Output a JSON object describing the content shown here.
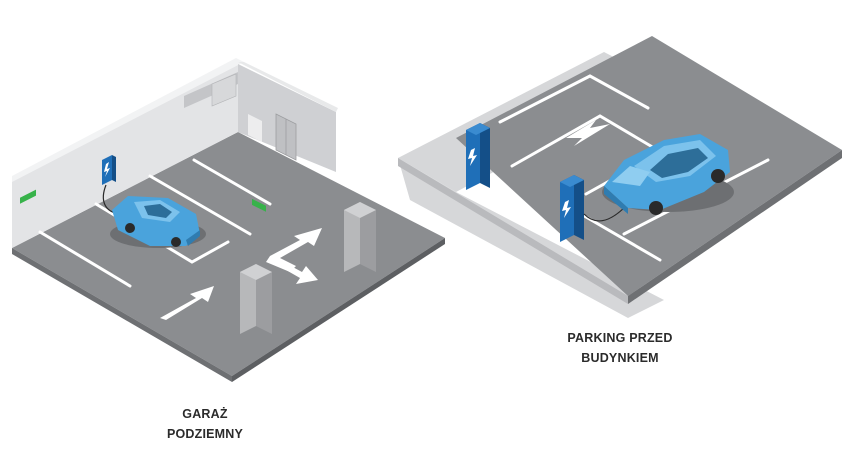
{
  "scenes": {
    "garage": {
      "caption_line1": "GARAŻ",
      "caption_line2": "PODZIEMNY"
    },
    "parking": {
      "caption_line1": "PARKING PRZED",
      "caption_line2": "BUDYNKIEM"
    }
  },
  "icons": {
    "charger": "ev-charger-icon",
    "lightning": "lightning-bolt-icon",
    "car": "electric-car-icon",
    "arrow": "direction-arrow-icon",
    "pillar": "concrete-pillar-icon",
    "exit_sign": "exit-sign-icon",
    "door": "door-icon"
  },
  "colors": {
    "asphalt": "#8b8d90",
    "asphalt_edge": "#6e7073",
    "wall": "#e3e4e6",
    "wall_shade": "#cfd0d3",
    "sidewalk": "#d6d7d9",
    "lines": "#ffffff",
    "car_body": "#4aa3dc",
    "charger": "#1f6fb8",
    "exit_green": "#37b24a",
    "pillar": "#b7b8ba"
  }
}
